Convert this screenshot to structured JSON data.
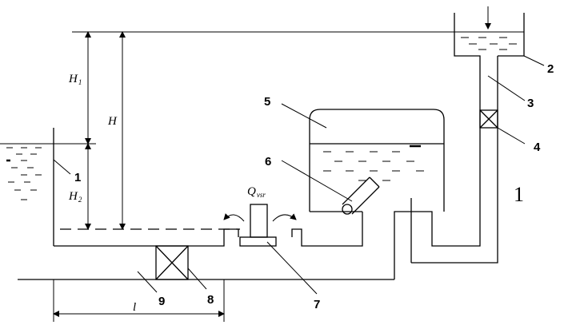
{
  "labels": {
    "n1": "1",
    "n2": "2",
    "n3": "3",
    "n4": "4",
    "n5": "5",
    "n6": "6",
    "n7": "7",
    "n8": "8",
    "n9": "9",
    "h1_main": "H",
    "h1_sub": "1",
    "h_total": "H",
    "h2_main": "H",
    "h2_sub": "2",
    "q_main": "Q",
    "q_sub": "vsr",
    "l_len": "l",
    "mark": "1"
  }
}
